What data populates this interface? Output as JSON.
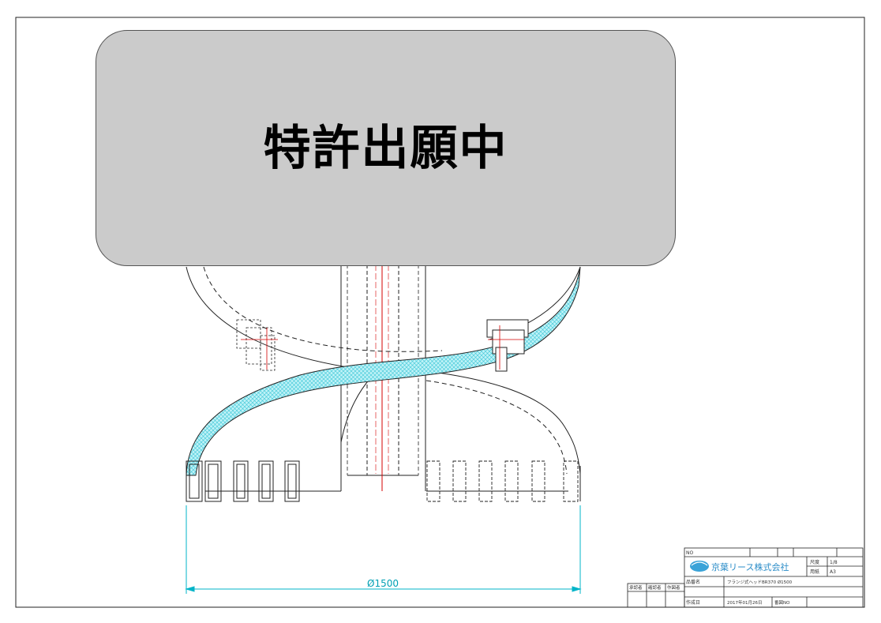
{
  "banner": {
    "text": "特許出願中"
  },
  "dimension": {
    "label": "Ø1500"
  },
  "title_block": {
    "no_label": "NO",
    "company": "京葉リース株式会社",
    "scale_label": "尺度",
    "scale_value": "1/8",
    "sheet_label": "用紙",
    "sheet_value": "A3",
    "part_label": "品番名",
    "part_value": "フランジ式ヘッドBR370 Ø1500",
    "created_label": "作成日",
    "created_value": "2017年01月26日",
    "drawing_no_label": "番図NO",
    "approver_label": "承認者",
    "checker_label": "確認者",
    "drafter_label": "作図者"
  },
  "colors": {
    "line": "#222222",
    "center_line": "#d40000",
    "dimension": "#00b4c8",
    "hatch": "#a9ecf2"
  }
}
